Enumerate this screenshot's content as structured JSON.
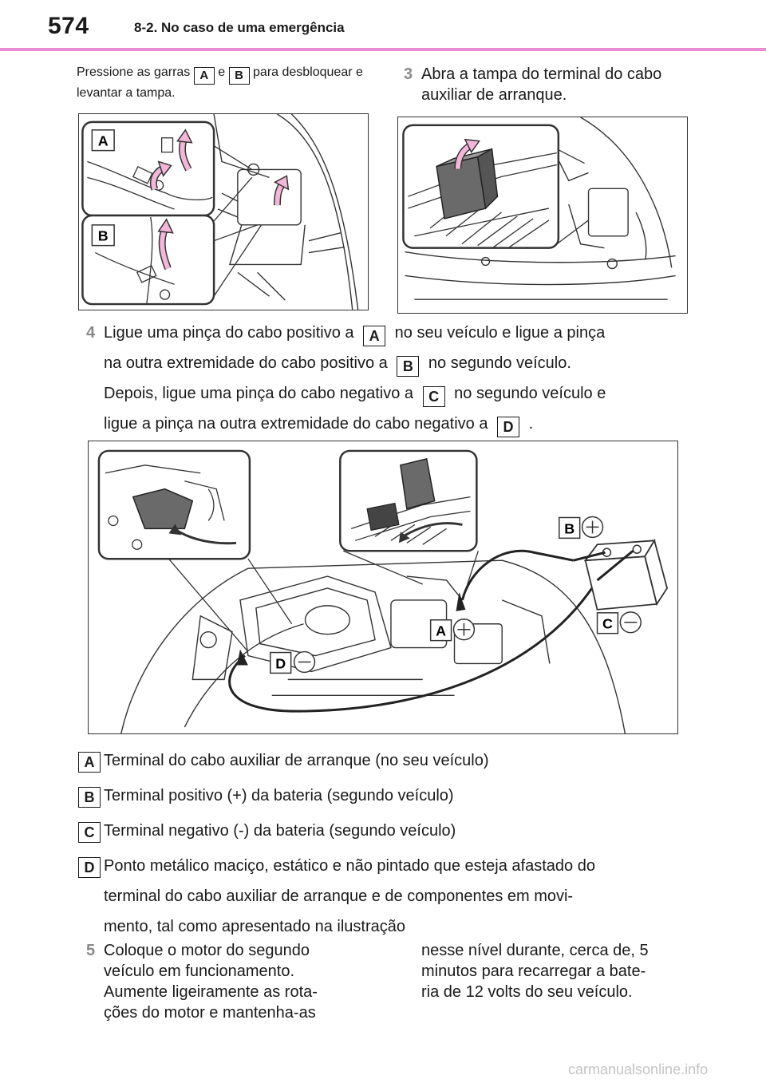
{
  "header": {
    "page_number": "574",
    "section": "8-2. No caso de uma emergência"
  },
  "intro": {
    "before": "Pressione as garras",
    "claw_a": "A",
    "and": "e",
    "claw_b": "B",
    "after": "para desbloquear e levantar a tampa."
  },
  "step3": {
    "number": "3",
    "text": "Abra a tampa do terminal do cabo auxiliar de arranque."
  },
  "step4": {
    "number": "4",
    "line1_before": "Ligue uma pinça do cabo positivo a",
    "line1_label": "A",
    "line1_after": "no seu veículo e ligue a pinça",
    "line2_before": "na outra extremidade do cabo positivo a",
    "line2_label": "B",
    "line2_after": "no segundo veículo.",
    "line3_before": "Depois, ligue uma pinça do cabo negativo a",
    "line3_label": "C",
    "line3_after": "no segundo veículo e",
    "line4_before": "ligue a pinça na outra extremidade do cabo negativo a",
    "line4_label": "D",
    "line4_after": "."
  },
  "figures": {
    "fig1": {
      "label_a": "A",
      "label_b": "B"
    },
    "fig3": {
      "label_a": "A",
      "label_b": "B",
      "label_c": "C",
      "label_d": "D"
    }
  },
  "legend": [
    {
      "label": "A",
      "lines": [
        "Terminal do cabo auxiliar de arranque (no seu veículo)"
      ]
    },
    {
      "label": "B",
      "lines": [
        "Terminal positivo (+) da bateria (segundo veículo)"
      ]
    },
    {
      "label": "C",
      "lines": [
        "Terminal negativo (-) da bateria (segundo veículo)"
      ]
    },
    {
      "label": "D",
      "lines": [
        "Ponto metálico maciço, estático e não pintado que esteja afastado do",
        "terminal do cabo auxiliar de arranque e de componentes em movi-",
        "mento, tal como apresentado na ilustração"
      ]
    }
  ],
  "step5": {
    "number": "5",
    "left_lines": [
      "Coloque o motor do segundo",
      "veículo em funcionamento.",
      "Aumente ligeiramente as rota-",
      "ções do motor e mantenha-as"
    ],
    "right_lines": [
      "nesse nível durante, cerca de, 5",
      "minutos para recarregar a bate-",
      "ria de 12 volts do seu veículo."
    ]
  },
  "footer": {
    "watermark": "carmanualsonline.info"
  }
}
